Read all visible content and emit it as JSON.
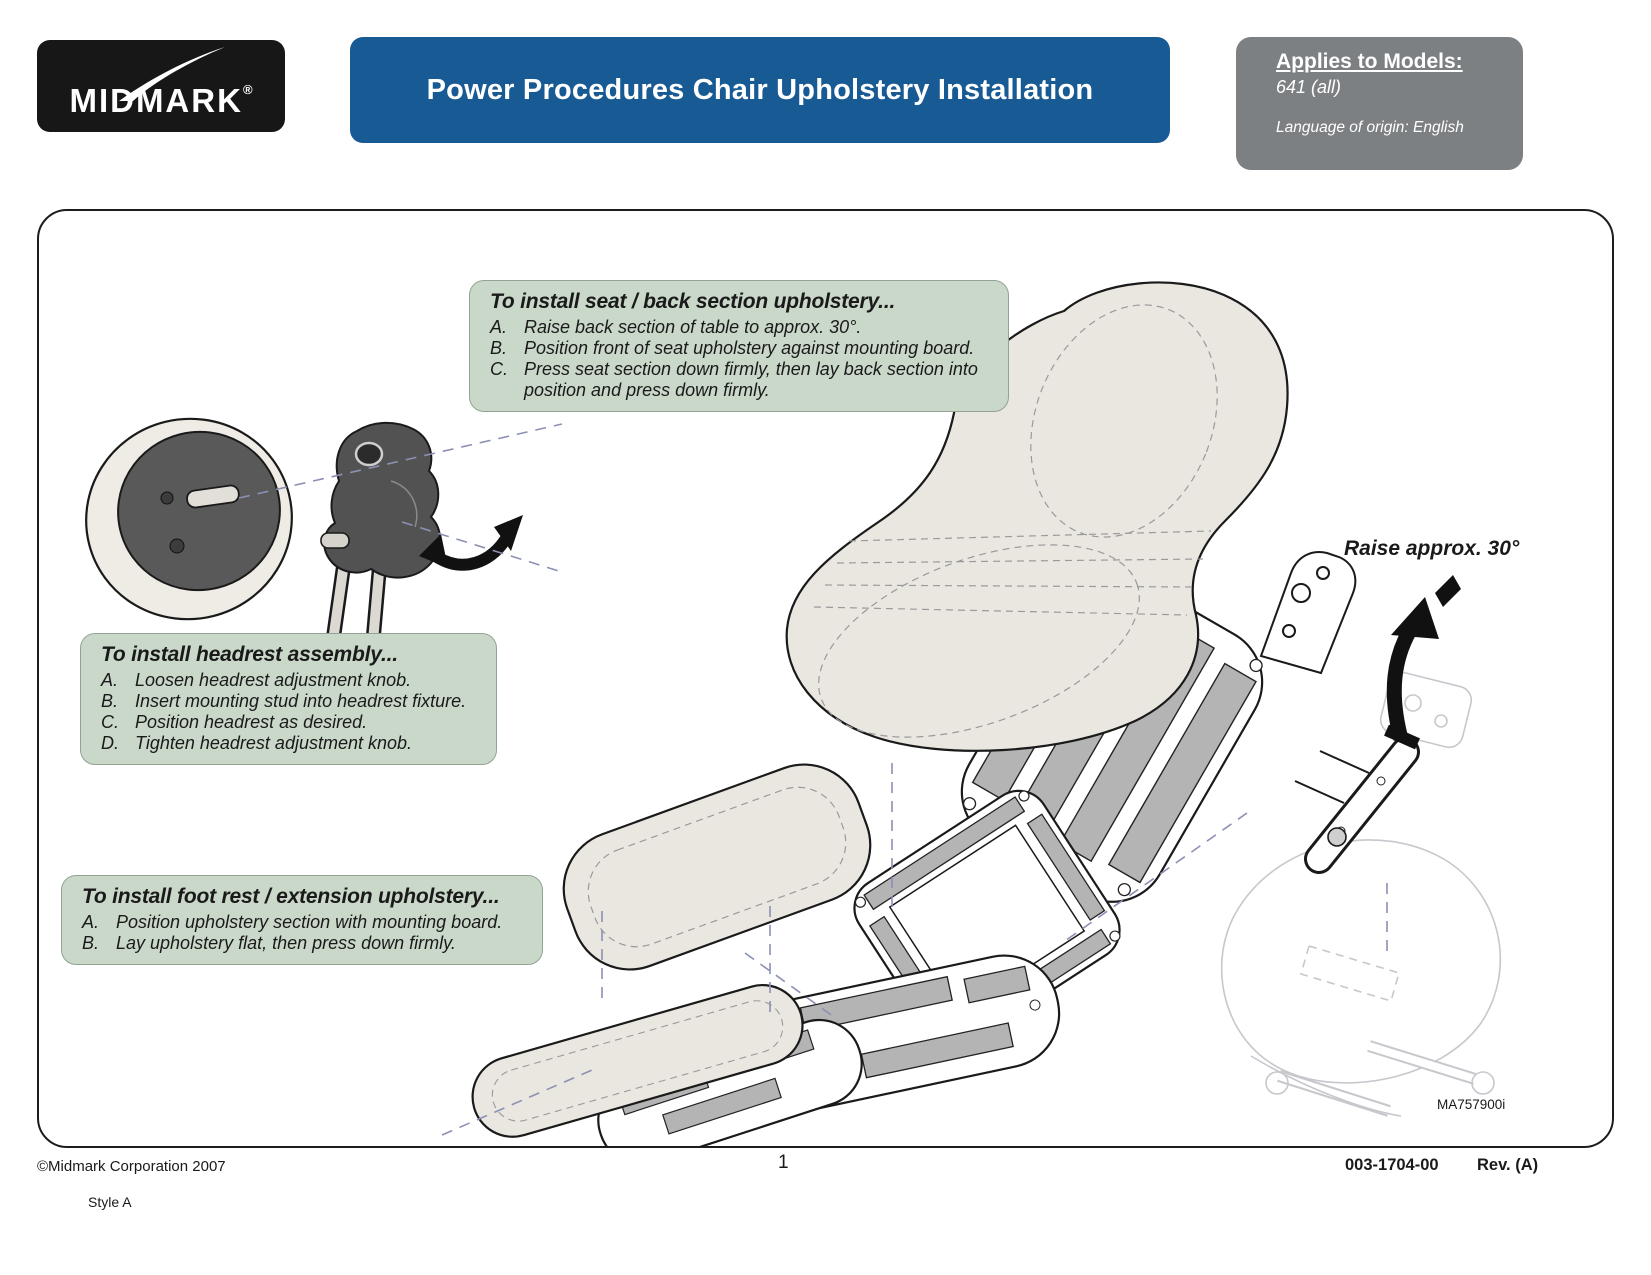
{
  "header": {
    "logo_text": "MIDMARK",
    "logo_reg": "®",
    "title": "Power Procedures Chair Upholstery Installation",
    "models_panel": {
      "heading": "Applies to Models:",
      "models": "641 (all)",
      "origin": "Language of origin: English"
    }
  },
  "instructions": {
    "seat_back": {
      "title": "To install seat / back section upholstery...",
      "steps": [
        {
          "letter": "A.",
          "text": "Raise back section of table to approx. 30°."
        },
        {
          "letter": "B.",
          "text": "Position front of seat upholstery against mounting board."
        },
        {
          "letter": "C.",
          "text": "Press seat section down firmly, then lay back section into position and press down firmly."
        }
      ]
    },
    "headrest": {
      "title": "To install headrest assembly...",
      "steps": [
        {
          "letter": "A.",
          "text": "Loosen headrest adjustment knob."
        },
        {
          "letter": "B.",
          "text": "Insert mounting stud into headrest fixture."
        },
        {
          "letter": "C.",
          "text": "Position headrest as desired."
        },
        {
          "letter": "D.",
          "text": "Tighten headrest adjustment knob."
        }
      ]
    },
    "foot_rest": {
      "title": "To install foot rest / extension upholstery...",
      "steps": [
        {
          "letter": "A.",
          "text": "Position upholstery section with mounting board."
        },
        {
          "letter": "B.",
          "text": "Lay upholstery flat, then press down firmly."
        }
      ]
    }
  },
  "diagram": {
    "raise_label": "Raise approx. 30°",
    "figure_id": "MA757900i"
  },
  "footer": {
    "copyright": "©Midmark Corporation 2007",
    "style": "Style A",
    "page_number": "1",
    "part_number": "003-1704-00",
    "revision": "Rev. (A)"
  },
  "colors": {
    "banner_blue": "#175a94",
    "panel_gray": "#7d8083",
    "note_green": "#cad8c9",
    "upholstery_cream": "#eae7e1",
    "velcro_strip_gray": "#b4b4b4",
    "logo_black": "#171717"
  }
}
